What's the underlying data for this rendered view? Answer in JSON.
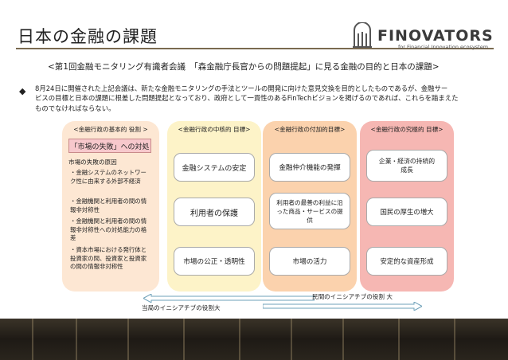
{
  "page": {
    "title": "日本の金融の課題",
    "subtitle": "<第1回金融モニタリング有識者会議　「森金融庁長官からの問題提起」に見る金融の目的と日本の課題>",
    "bullet_symbol": "◆",
    "paragraph": [
      "8月24日に開催された上記会議は、新たな金融モニタリングの手法とツールの開発に向けた意見交換を目的としたものであるが、金融サー",
      "ビスの目標と日本の課題に根差した問題提起となっており、政府として一貫性のあるFinTechビジョンを掲げるのであれば、これらを踏まえた",
      "ものでなければならない。"
    ]
  },
  "logo": {
    "name": "FINOVATORS",
    "tagline": "for Financial Innovation ecosystem",
    "icon": "finovators-logo-icon"
  },
  "columns": {
    "basic": {
      "header": "<金融行政の基本的 役割 >",
      "highlight": "「市場の失敗」への対処",
      "causes_title": "市場の失敗の原因",
      "causes": [
        "・金融システムのネットワーク性に由来する外部不経済",
        "・金融機関と利用者の間の情報非対称性",
        "・金融機関と利用者の間の情報非対称性への対処能力の格差",
        "・資本市場における発行体と投資家の間、投資家と投資家の間の情報非対称性"
      ]
    },
    "core": {
      "header": "<金融行政の中核的 目標>",
      "boxes": [
        "金融システムの安定",
        "利用者の保護",
        "市場の公正・透明性"
      ]
    },
    "additional": {
      "header": "<金融行政の付加的目標>",
      "boxes": [
        "金融仲介機能の発揮",
        "利用者の最善の利益に沿った商品・サービスの提供",
        "市場の活力"
      ]
    },
    "ultimate": {
      "header": "<金融行政の究極的 目標>",
      "boxes": [
        "企業・経済の持続的成長",
        "国民の厚生の増大",
        "安定的な資産形成"
      ]
    }
  },
  "arrows": {
    "authority": "当局のイニシアチブの役割大",
    "private": "民間のイニシアチブの役割 大"
  },
  "colors": {
    "rule": "#7a6a50",
    "col_basic": "#fde7d3",
    "col_core": "#fdf3c8",
    "col_additional": "#fbd2ad",
    "col_ultimate": "#f6b7b3",
    "highlight": "#f7c8cc",
    "arrow": "#6ea0b8"
  }
}
